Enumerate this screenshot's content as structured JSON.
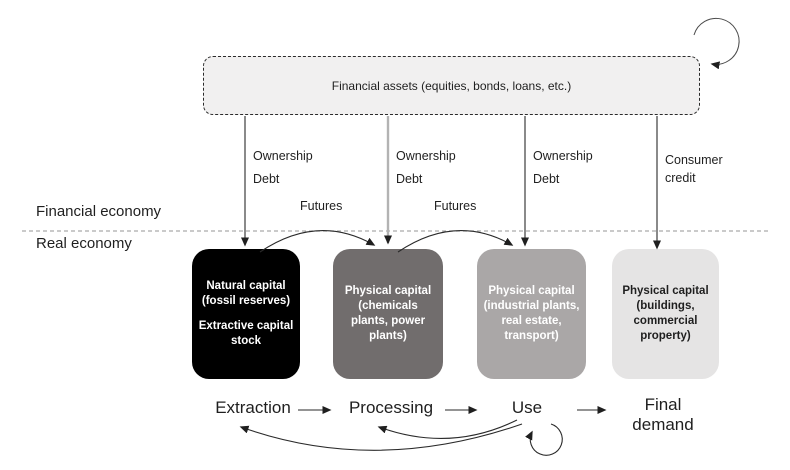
{
  "colors": {
    "assets_box_bg": "#f1f0f0",
    "box_natural": "#000000",
    "box_physical_dark": "#716d6d",
    "box_physical_mid": "#aaa7a7",
    "box_physical_light": "#e5e4e4",
    "white_text": "#ffffff",
    "dark_text": "#1f1f1f",
    "divider_gray": "#ababab",
    "gray_arrow": "#b3b3b3"
  },
  "assets_box": {
    "label": "Financial assets (equities, bonds, loans, etc.)"
  },
  "economy": {
    "financial": "Financial economy",
    "real": "Real economy"
  },
  "arrow_labels": {
    "col1": {
      "line1": "Ownership",
      "line2": "Debt"
    },
    "col2": {
      "line1": "Ownership",
      "line2": "Debt"
    },
    "col3": {
      "line1": "Ownership",
      "line2": "Debt"
    },
    "col4": "Consumer credit",
    "futures1": "Futures",
    "futures2": "Futures"
  },
  "capital_boxes": [
    {
      "blocks": [
        "Natural capital (fossil reserves)",
        "Extractive capital stock"
      ],
      "bg": "#000000",
      "fg": "#ffffff"
    },
    {
      "blocks": [
        "Physical capital (chemicals plants, power plants)"
      ],
      "bg": "#716d6d",
      "fg": "#ffffff"
    },
    {
      "blocks": [
        "Physical capital (industrial plants, real estate, transport)"
      ],
      "bg": "#aaa7a7",
      "fg": "#ffffff"
    },
    {
      "blocks": [
        "Physical capital (buildings, commercial property)"
      ],
      "bg": "#e5e4e4",
      "fg": "#1f1f1f"
    }
  ],
  "process_flow": {
    "extraction": "Extraction",
    "processing": "Processing",
    "use": "Use",
    "final_demand": "Final demand"
  }
}
